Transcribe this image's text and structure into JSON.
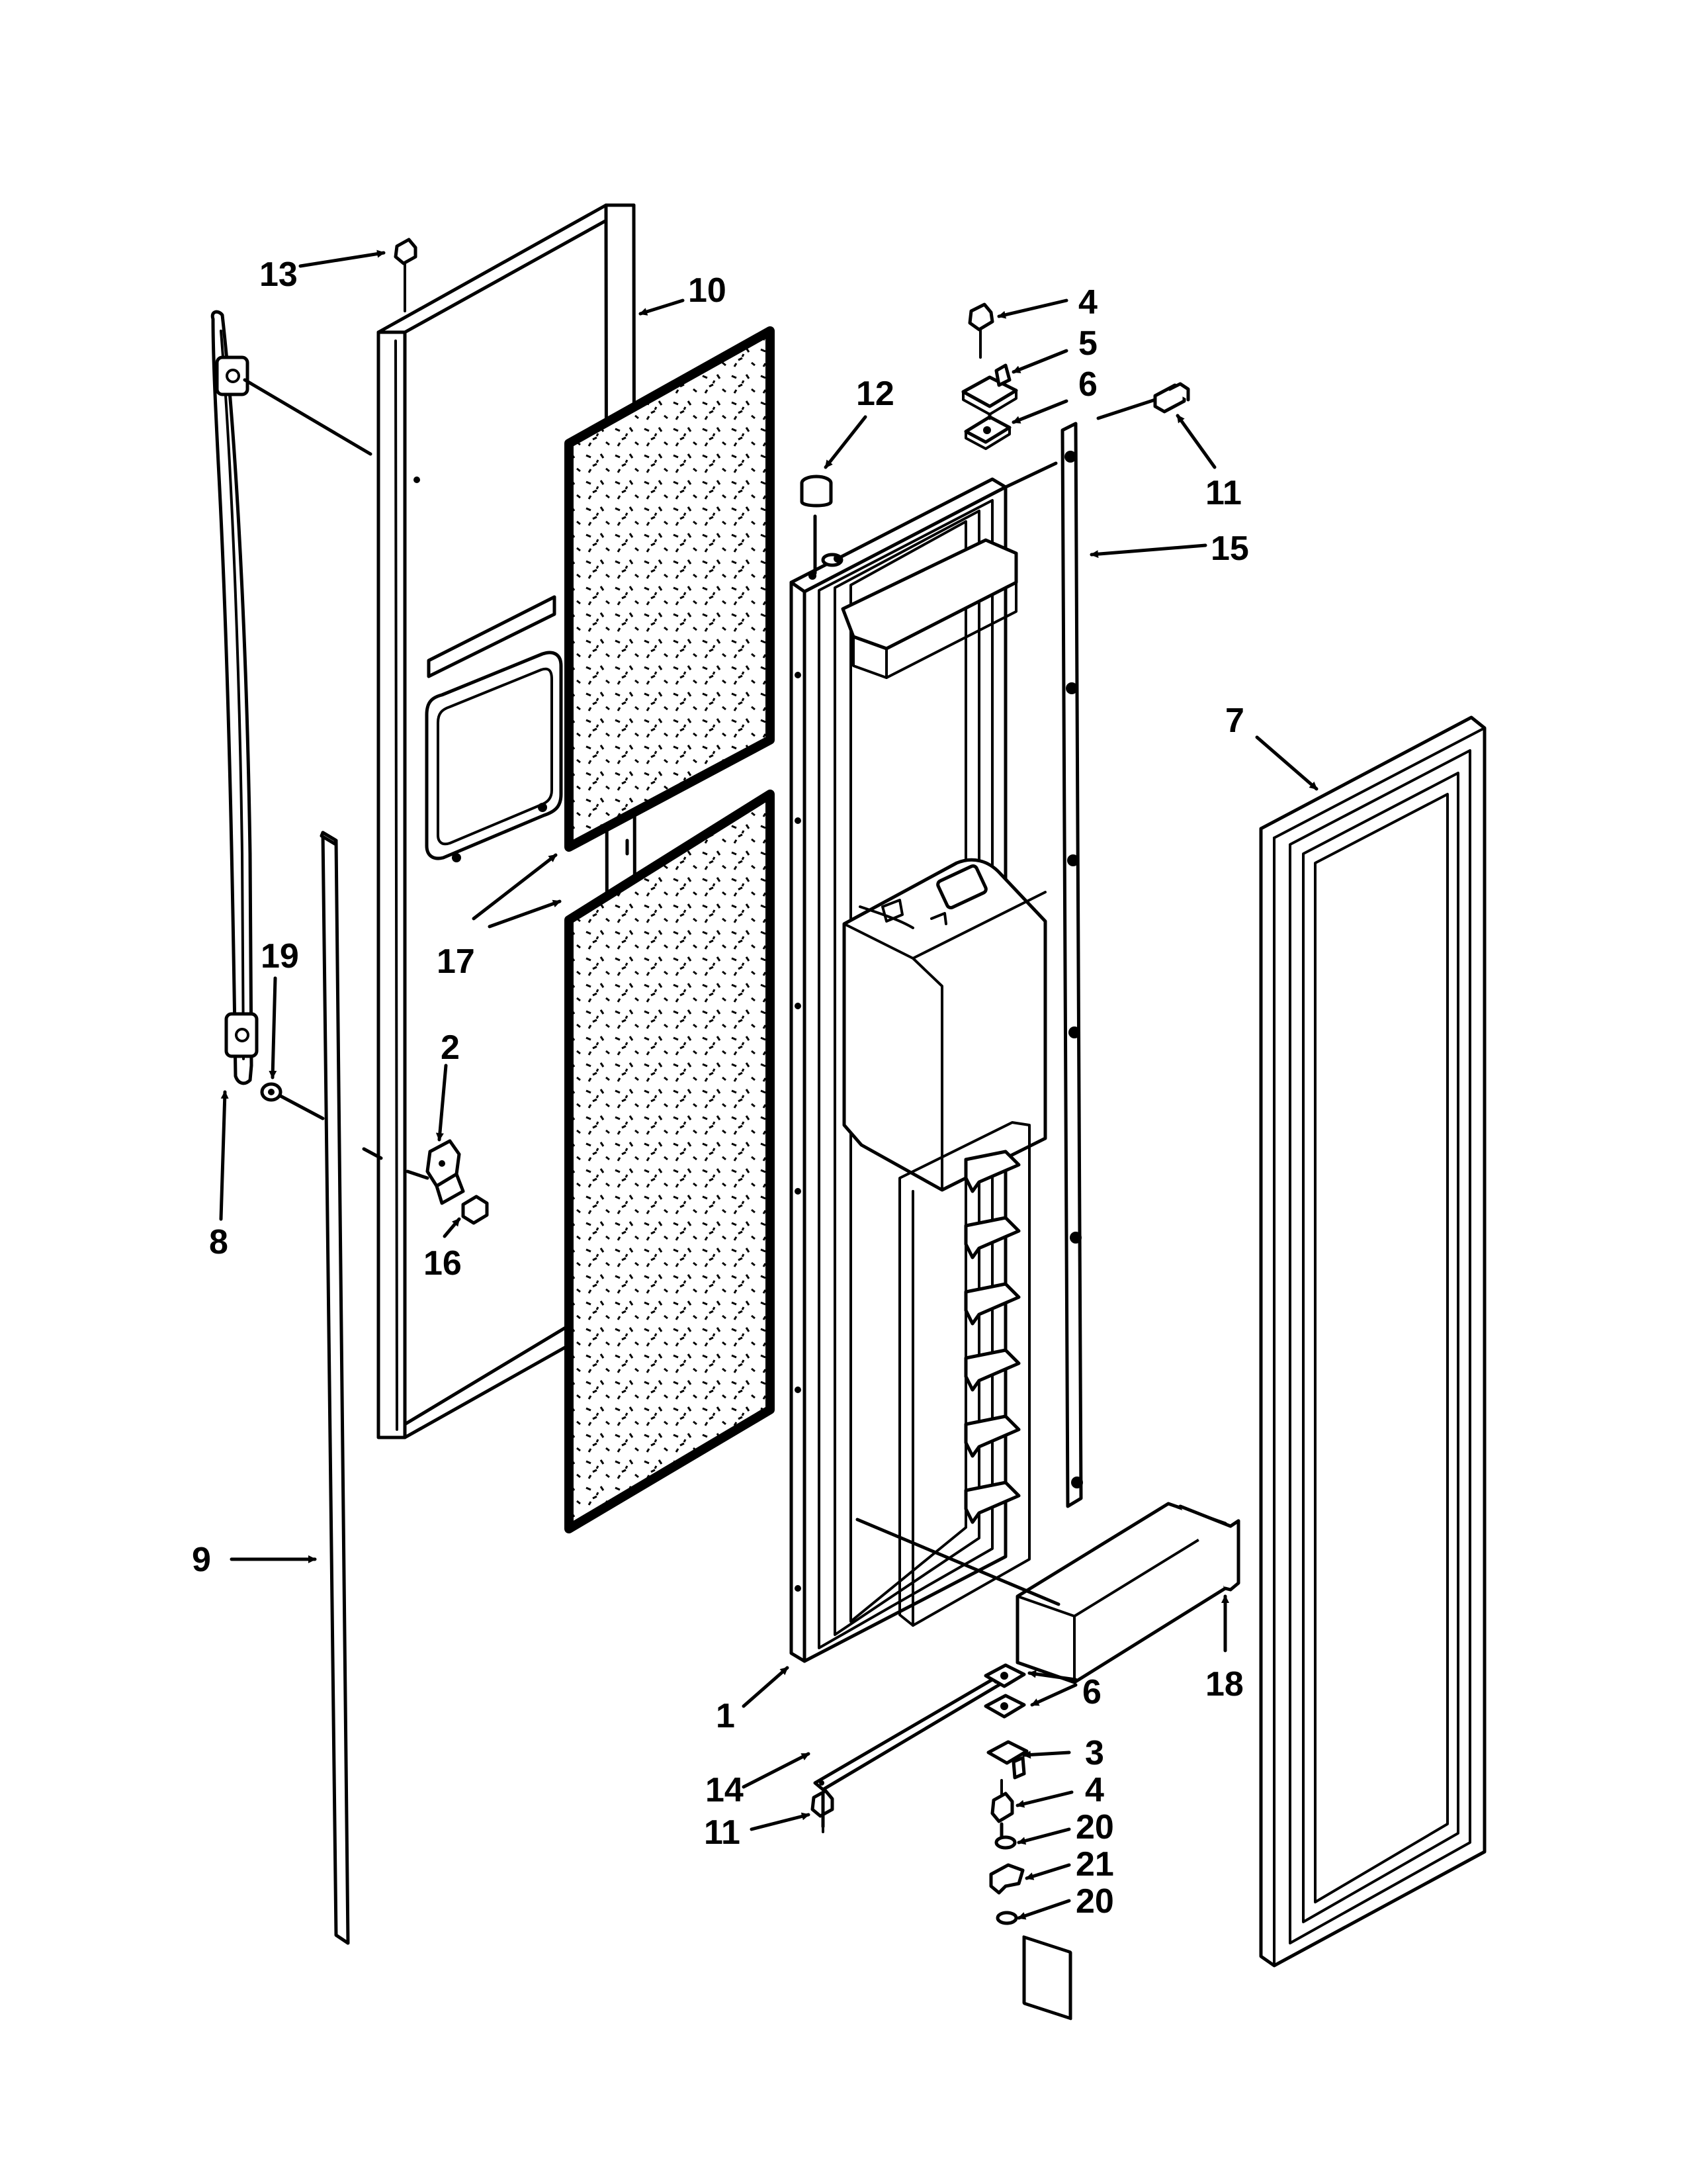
{
  "diagram": {
    "line_color": "#000000",
    "background": "#ffffff",
    "callouts": {
      "c1": "1",
      "c2": "2",
      "c3": "3",
      "c4a": "4",
      "c4b": "4",
      "c5": "5",
      "c6a": "6",
      "c6b": "6",
      "c7": "7",
      "c8": "8",
      "c9": "9",
      "c10": "10",
      "c11a": "11",
      "c11b": "11",
      "c12": "12",
      "c13": "13",
      "c14": "14",
      "c15": "15",
      "c16": "16",
      "c17": "17",
      "c18": "18",
      "c19": "19",
      "c20a": "20",
      "c20b": "20",
      "c21": "21"
    }
  }
}
